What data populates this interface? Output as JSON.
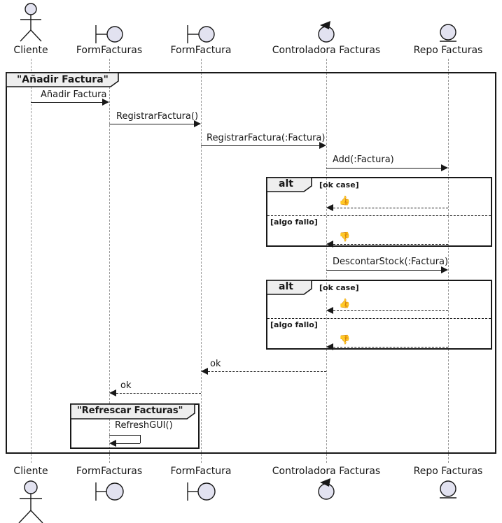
{
  "frame": {
    "title": "\"Añadir Factura\""
  },
  "refresh_frame": {
    "title": "\"Refrescar Facturas\"",
    "message": "RefreshGUI()"
  },
  "participants": [
    {
      "name": "Cliente",
      "type": "actor"
    },
    {
      "name": "FormFacturas",
      "type": "boundary"
    },
    {
      "name": "FormFactura",
      "type": "boundary"
    },
    {
      "name": "Controladora Facturas",
      "type": "control"
    },
    {
      "name": "Repo Facturas",
      "type": "entity"
    }
  ],
  "messages": [
    {
      "label": "Añadir Factura",
      "from": "Cliente",
      "to": "FormFacturas"
    },
    {
      "label": "RegistrarFactura()",
      "from": "FormFacturas",
      "to": "FormFactura"
    },
    {
      "label": "RegistrarFactura(:Factura)",
      "from": "FormFactura",
      "to": "Controladora Facturas"
    },
    {
      "label": "Add(:Factura)",
      "from": "Controladora Facturas",
      "to": "Repo Facturas"
    },
    {
      "label": "DescontarStock(:Factura)",
      "from": "Controladora Facturas",
      "to": "Repo Facturas"
    }
  ],
  "alt_blocks": [
    {
      "operator": "alt",
      "guards": [
        "[ok case]",
        "[algo fallo]"
      ],
      "ok_icon": "👍",
      "fail_icon": "👎"
    },
    {
      "operator": "alt",
      "guards": [
        "[ok case]",
        "[algo fallo]"
      ],
      "ok_icon": "👍",
      "fail_icon": "👎"
    }
  ],
  "returns": {
    "ok_to_formfactura": "ok",
    "ok_to_formfacturas": "ok"
  },
  "colors": {
    "shape_fill": "#E2E2F0",
    "tab_fill": "#EEEEEE",
    "line": "#181818",
    "lifeline": "#9a9a9a"
  }
}
